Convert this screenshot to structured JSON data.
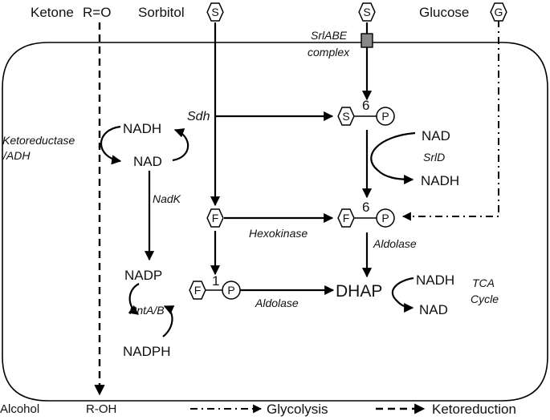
{
  "outside": {
    "ketone": "Ketone",
    "ketone_formula": "R=O",
    "sorbitol": "Sorbitol",
    "glucose": "Glucose",
    "alcohol": "Alcohol",
    "alcohol_formula": "R-OH"
  },
  "transport": {
    "srlabe_line1": "SrlABE",
    "srlabe_line2": "complex"
  },
  "enzymes": {
    "sdh": "Sdh",
    "ketoreductase_line1": "Ketoreductase",
    "ketoreductase_line2": "/ADH",
    "nadk": "NadK",
    "srld": "SrlD",
    "hexokinase": "Hexokinase",
    "aldolase_upper": "Aldolase",
    "aldolase_lower": "Aldolase",
    "pnta": "PntA/B"
  },
  "cofactors": {
    "nadh_left": "NADH",
    "nad_left": "NAD",
    "nad_right": "NAD",
    "nadh_right": "NADH",
    "nadp": "NADP",
    "nadph": "NADPH",
    "nadh_tca": "NADH",
    "nad_tca": "NAD"
  },
  "metabolites": {
    "s6p_number": "6",
    "f6p_number": "6",
    "f1p_number": "1",
    "dhap": "DHAP",
    "s_letter": "S",
    "f_letter": "F",
    "g_letter": "G",
    "p_letter": "P"
  },
  "tca": {
    "line1": "TCA",
    "line2": "Cycle"
  },
  "legend": {
    "glycolysis": "Glycolysis",
    "ketoreduction": "Ketoreduction"
  }
}
